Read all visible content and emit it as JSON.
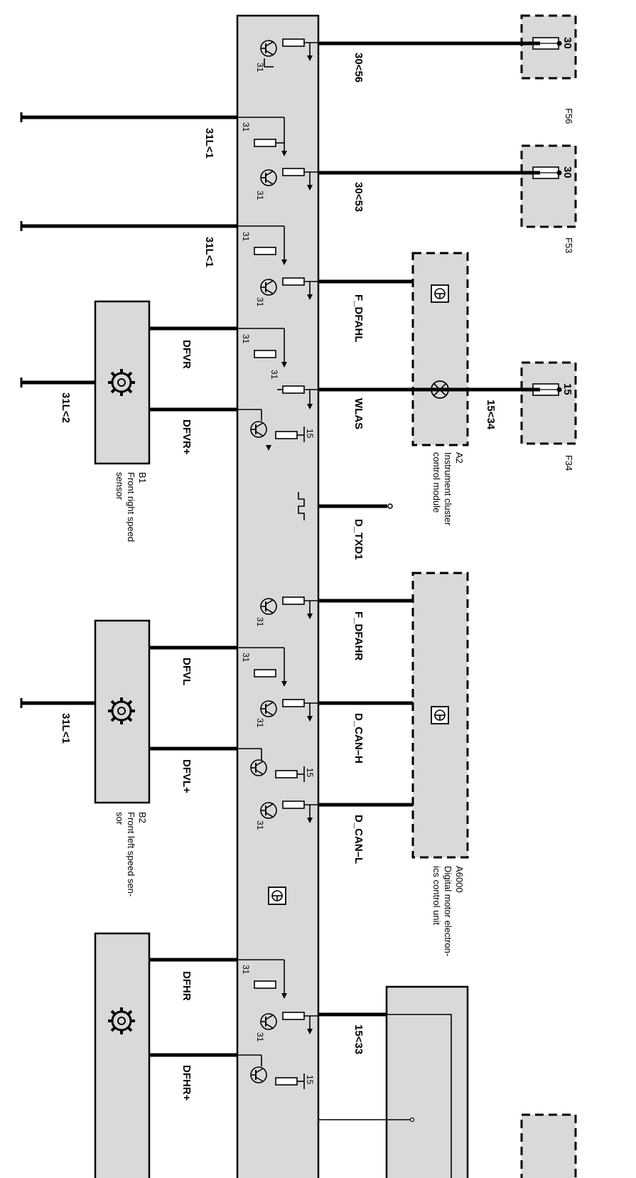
{
  "wire_labels": {
    "w_30_56": "30<56",
    "w_31l_1a": "31L<1",
    "w_30_53": "30<53",
    "w_31l_1b": "31L<1",
    "w_f_dfahl": "F_DFAHL",
    "w_dfvr": "DFVR",
    "w_wlas": "WLAS",
    "w_15_34": "15<34",
    "w_31l_2": "31L<2",
    "w_dfvr_plus": "DFVR+",
    "w_d_txd1": "D_TXD1",
    "w_f_dfahr": "F_DFAHR",
    "w_dfvl": "DFVL",
    "w_d_can_h": "D_CAN–H",
    "w_31l_1c": "31L<1",
    "w_dfvl_plus": "DFVL+",
    "w_d_can_l": "D_CAN–L",
    "w_dfhr": "DFHR",
    "w_15_33": "15<33",
    "w_dfhr_plus": "DFHR+"
  },
  "pin_labels": {
    "p30": "30",
    "p31": "31",
    "p15": "15"
  },
  "components": {
    "f56": {
      "id": "F56"
    },
    "f53": {
      "id": "F53"
    },
    "f34": {
      "id": "F34"
    },
    "a2": {
      "id": "A2",
      "line1": "Instrument cluster",
      "line2": "control module"
    },
    "a6000": {
      "id": "A6000",
      "line1": "Digital motor electron-",
      "line2": "ics control unit"
    },
    "b1": {
      "id": "B1",
      "line1": "Front right speed",
      "line2": "sensor"
    },
    "b2": {
      "id": "B2",
      "line1": "Front left speed sen-",
      "line2": "sor"
    }
  },
  "icons": [
    "fuse-icon",
    "control-unit-icon",
    "warning-lamp-icon",
    "speed-sensor-gear-icon",
    "transistor-icon",
    "resistor-icon",
    "ground-icon",
    "signal-pulse-icon"
  ]
}
